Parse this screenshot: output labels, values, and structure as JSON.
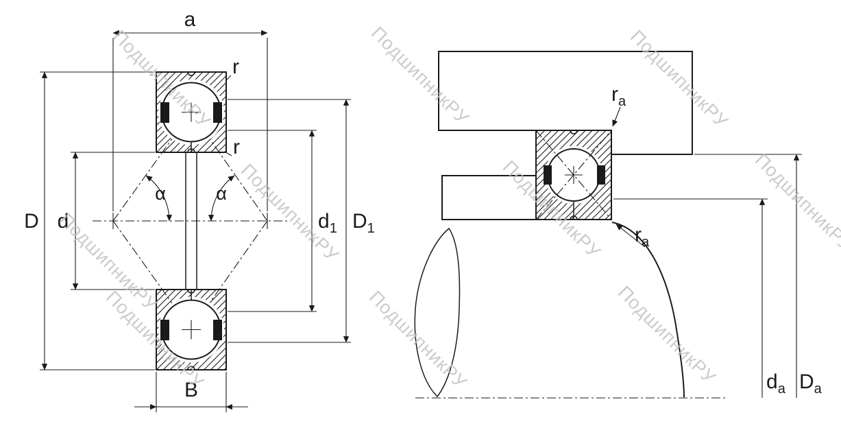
{
  "watermark": {
    "text": "ПодшипникРУ",
    "color": "#bfbfbf"
  },
  "drawing": {
    "left_view": {
      "dim_a": "a",
      "dim_r_outer": "r",
      "dim_r_inner": "r",
      "angle_alpha_left": "α",
      "angle_alpha_right": "α",
      "dim_D": "D",
      "dim_d": "d",
      "dim_d1": {
        "base": "d",
        "sub": "1"
      },
      "dim_D1": {
        "base": "D",
        "sub": "1"
      },
      "dim_B": "B"
    },
    "right_view": {
      "dim_ra_top": {
        "base": "r",
        "sub": "a"
      },
      "dim_ra_bottom": {
        "base": "r",
        "sub": "a"
      },
      "dim_da": {
        "base": "d",
        "sub": "a"
      },
      "dim_Da": {
        "base": "D",
        "sub": "a"
      }
    },
    "line_color": "#1a1a1a",
    "background": "#ffffff"
  }
}
